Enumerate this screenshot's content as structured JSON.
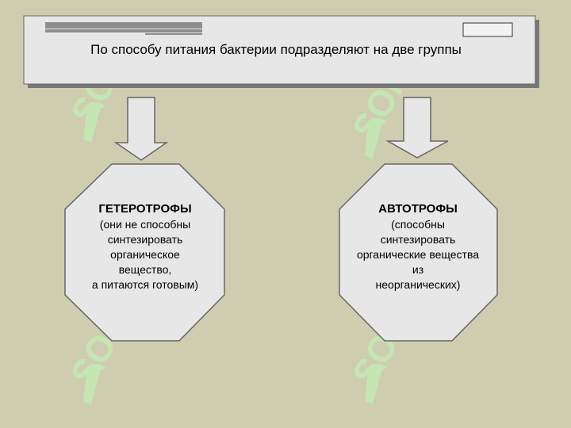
{
  "slide": {
    "background": "#cfcdaf",
    "watermark_text": "SOFT"
  },
  "header": {
    "text": "По способу питания бактерии подразделяют на две группы"
  },
  "groups": [
    {
      "title": "ГЕТЕРОТРОФЫ",
      "lines": [
        "(они не способны",
        "синтезировать",
        "органическое",
        "вещество,",
        "а питаются готовым)"
      ]
    },
    {
      "title": "АВТОТРОФЫ",
      "lines": [
        "(способны",
        "синтезировать",
        "органические вещества",
        "из",
        "неорганических)"
      ]
    }
  ],
  "colors": {
    "shape_fill": "#e7e7e7",
    "shape_stroke": "#666666",
    "shadow": "#777777",
    "watermark": "#c4e8b4",
    "text": "#000000"
  }
}
